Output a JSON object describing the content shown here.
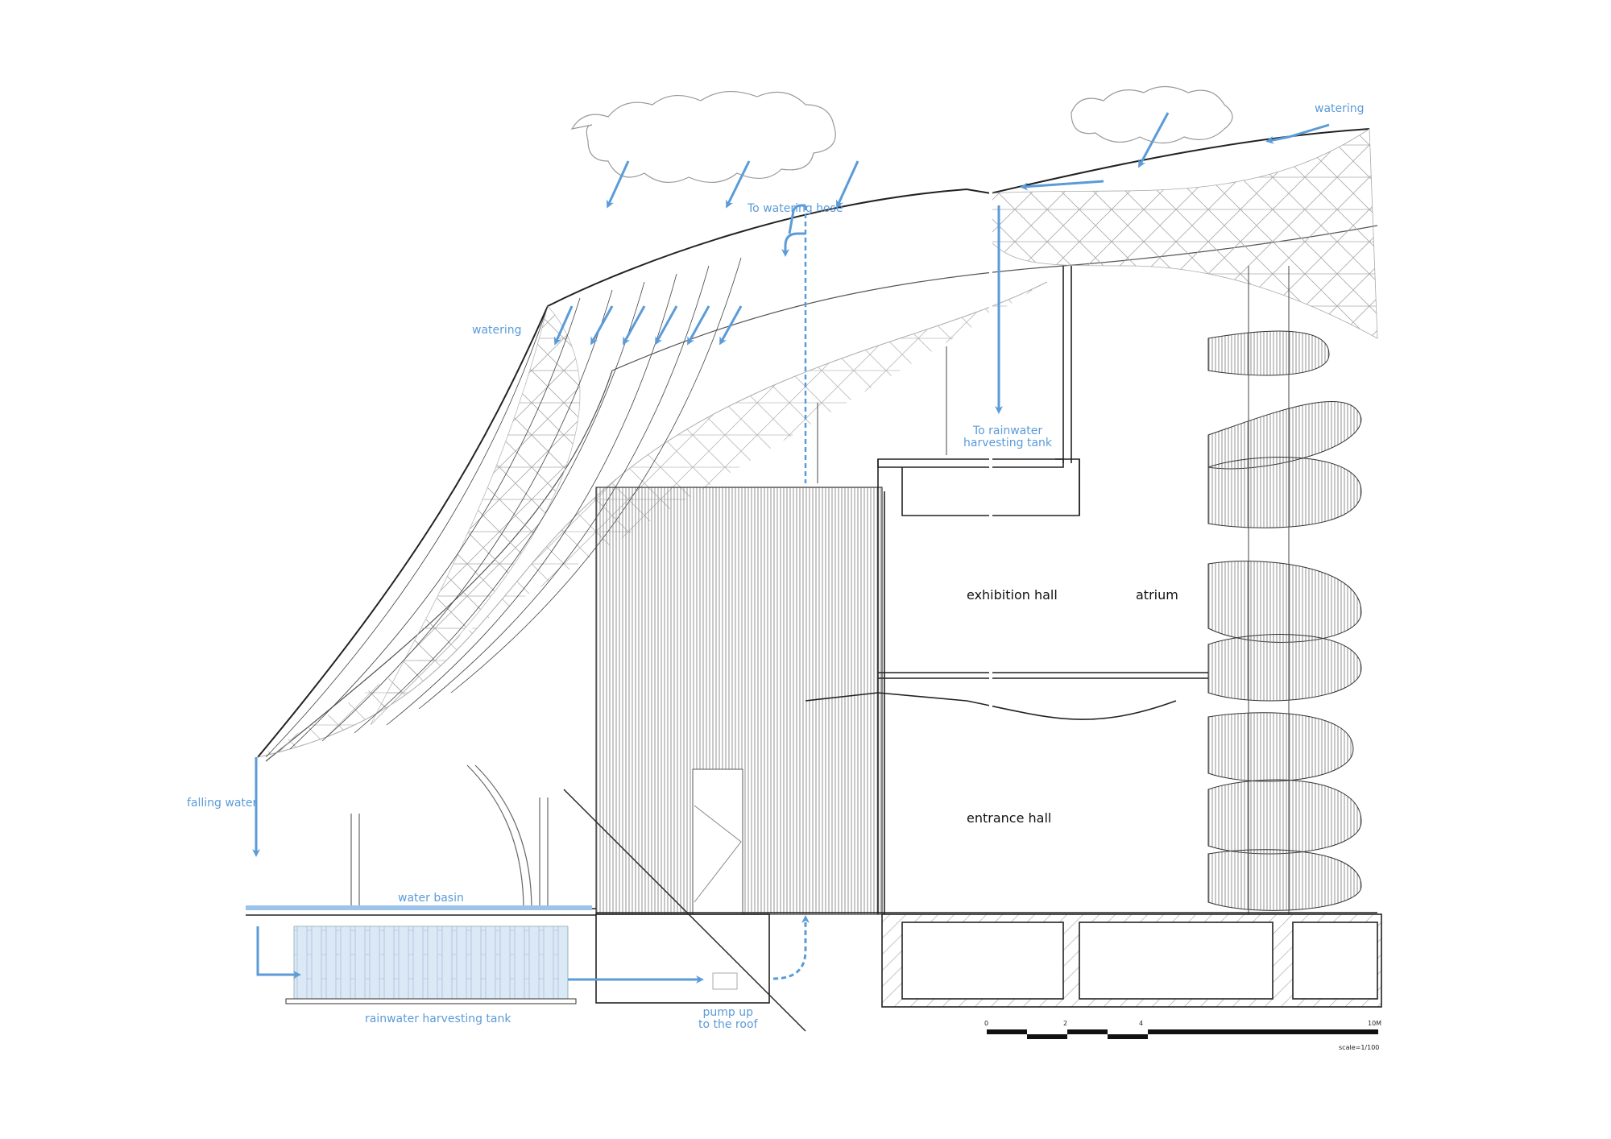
{
  "diagram": {
    "type": "architectural section",
    "colors": {
      "annotation": "#5b9bd8",
      "line": "#222222",
      "structure": "#888888",
      "tank_fill": "#dbe8f6",
      "background": "#ffffff"
    },
    "labels": {
      "watering_top": "watering",
      "to_watering_hose": "To watering hose",
      "watering_left": "watering",
      "to_rainwater_tank_1": "To rainwater",
      "to_rainwater_tank_2": "harvesting tank",
      "exhibition_hall": "exhibition hall",
      "atrium": "atrium",
      "entrance_hall": "entrance hall",
      "falling_water": "falling water",
      "water_basin": "water basin",
      "rainwater_tank": "rainwater harvesting tank",
      "pump_1": "pump up",
      "pump_2": "to the roof"
    },
    "scale_bar": {
      "ticks": [
        "0",
        "2",
        "4",
        "10M"
      ],
      "scale_text": "scale=1/100"
    }
  }
}
